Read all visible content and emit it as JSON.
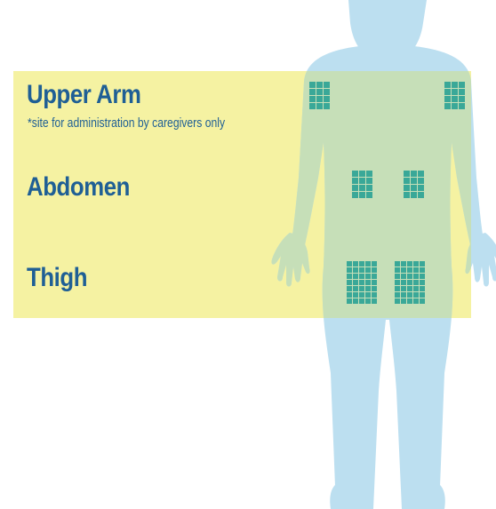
{
  "sites": {
    "upper_arm": {
      "label": "Upper Arm",
      "note": "*site for administration by caregivers only"
    },
    "abdomen": {
      "label": "Abdomen"
    },
    "thigh": {
      "label": "Thigh"
    }
  },
  "colors": {
    "body": "#bcdff0",
    "highlight_band": "#f5f2a2",
    "overlap": "#c6dfb8",
    "site_grid": "#3aa898",
    "label_text": "#1f5f95"
  }
}
